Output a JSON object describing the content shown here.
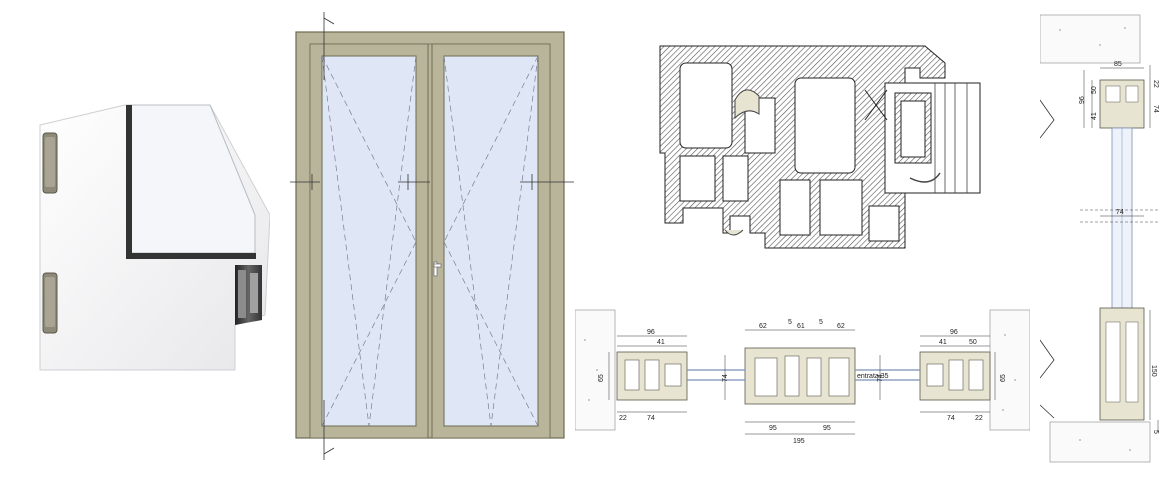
{
  "section_plan": {
    "dims_top": [
      "96",
      "41",
      "50"
    ],
    "dims_bottom": [
      "22",
      "74"
    ],
    "dim_left": "65",
    "dims_middle_top": [
      "62",
      "5",
      "61",
      "5",
      "62"
    ],
    "dims_middle_bottom": [
      "95",
      "95"
    ],
    "dim_middle_total": "195",
    "dim_middle_side": "74",
    "label_entry": "entrata 35"
  },
  "section_vertical": {
    "dims": [
      "85",
      "22",
      "96",
      "50",
      "41",
      "74",
      "74",
      "150",
      "5"
    ]
  },
  "colors": {
    "frame_khaki": "#b9b59b",
    "frame_stroke": "#6e6a52",
    "glass": "#dfe6f6",
    "profile_hatch": "#555555",
    "profile_fill": "#e7e4d2"
  }
}
